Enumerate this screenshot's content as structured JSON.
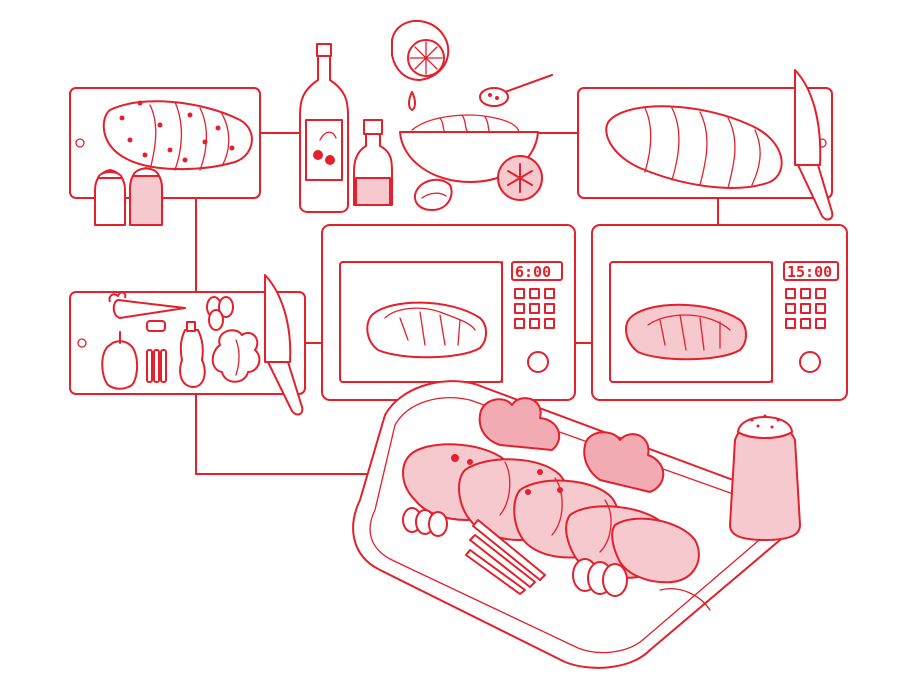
{
  "colors": {
    "line": "#e3202c",
    "fill_light": "#f6c9cf",
    "fill_mid": "#f2aab3",
    "background": "#ffffff"
  },
  "microwaves": [
    {
      "name": "microwave-1",
      "timer": "6:00"
    },
    {
      "name": "microwave-2",
      "timer": "15:00"
    }
  ],
  "icons": [
    "seasoned-chicken-board-icon",
    "salt-shaker-icon",
    "pepper-shaker-icon",
    "olive-oil-bottle-icon",
    "vinegar-bottle-icon",
    "lemon-icon",
    "spoon-icon",
    "marinade-bowl-icon",
    "garlic-clove-icon",
    "snowflake-icon",
    "sliced-chicken-board-icon",
    "knife-icon",
    "vegetable-board-icon",
    "carrot-icon",
    "bell-pepper-icon",
    "squash-icon",
    "lettuce-icon",
    "serving-dish-icon"
  ]
}
